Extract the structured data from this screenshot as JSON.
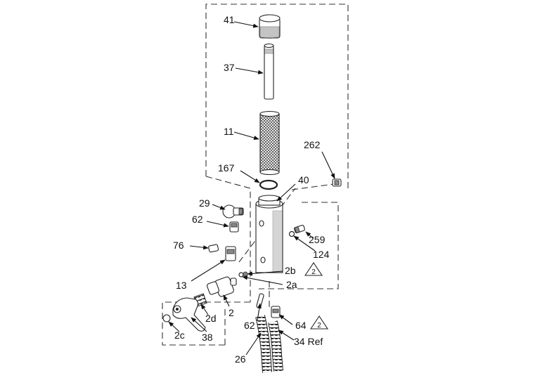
{
  "callouts": {
    "c41": "41",
    "c37": "37",
    "c11": "11",
    "c167": "167",
    "c262": "262",
    "c40": "40",
    "c29": "29",
    "c62a": "62",
    "c259": "259",
    "c76": "76",
    "c124": "124",
    "c2b": "2b",
    "c2a": "2a",
    "c13": "13",
    "c2d": "2d",
    "c2": "2",
    "c62b": "62",
    "c64": "64",
    "c2c": "2c",
    "c38": "38",
    "c34": "34 Ref",
    "c26": "26",
    "warn": "2"
  },
  "colors": {
    "ink": "#111111",
    "shade": "#8a8a8a"
  }
}
